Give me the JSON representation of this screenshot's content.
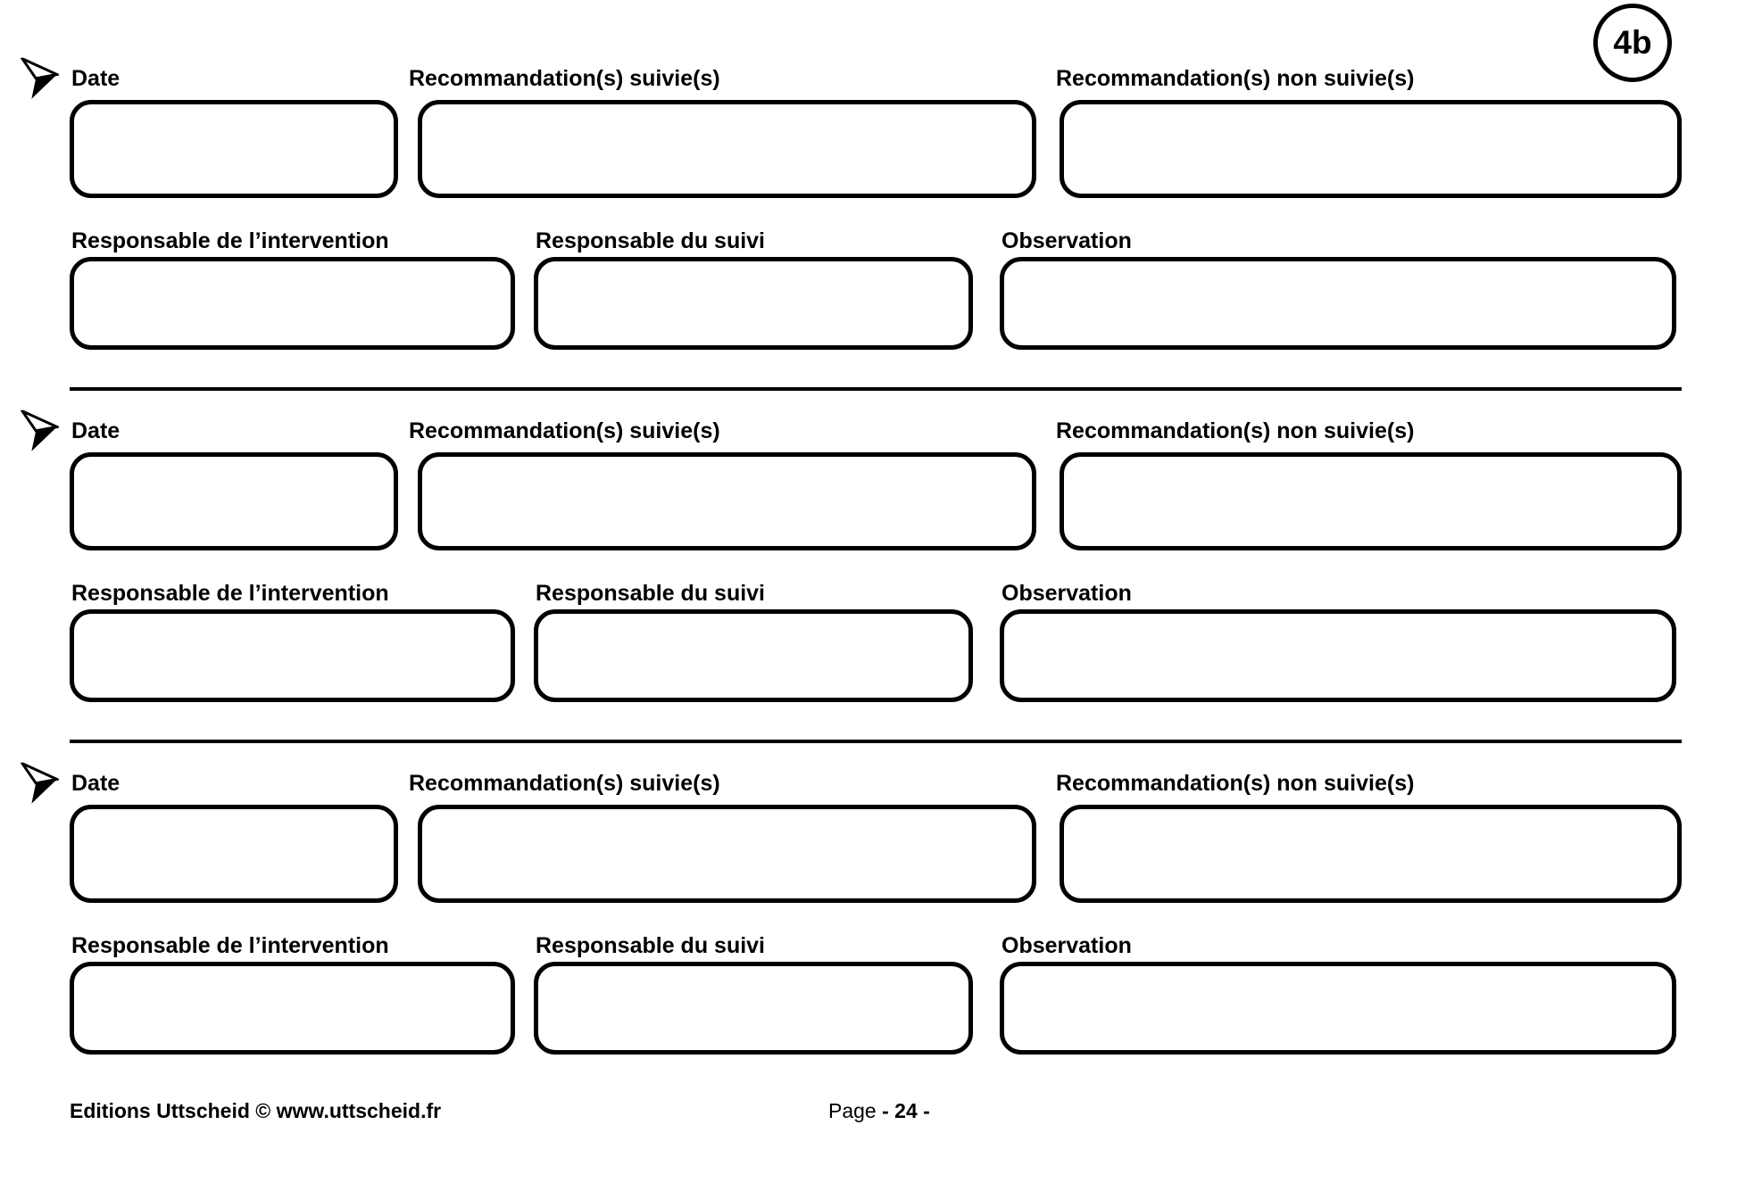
{
  "page": {
    "badge_label": "4b",
    "background": "#ffffff",
    "ink": "#000000"
  },
  "icons": {
    "bullet": "arrowhead-right-icon"
  },
  "sections": [
    {
      "date_label": "Date",
      "reco_followed_label": "Recommandation(s) suivie(s)",
      "reco_not_followed_label": "Recommandation(s) non suivie(s)",
      "resp_intervention_label": "Responsable de l’intervention",
      "resp_suivi_label": "Responsable du suivi",
      "observation_label": "Observation",
      "date_value": "",
      "reco_followed_value": "",
      "reco_not_followed_value": "",
      "resp_intervention_value": "",
      "resp_suivi_value": "",
      "observation_value": ""
    },
    {
      "date_label": "Date",
      "reco_followed_label": "Recommandation(s) suivie(s)",
      "reco_not_followed_label": "Recommandation(s) non suivie(s)",
      "resp_intervention_label": "Responsable de l’intervention",
      "resp_suivi_label": "Responsable du suivi",
      "observation_label": "Observation",
      "date_value": "",
      "reco_followed_value": "",
      "reco_not_followed_value": "",
      "resp_intervention_value": "",
      "resp_suivi_value": "",
      "observation_value": ""
    },
    {
      "date_label": "Date",
      "reco_followed_label": "Recommandation(s) suivie(s)",
      "reco_not_followed_label": "Recommandation(s) non suivie(s)",
      "resp_intervention_label": "Responsable de l’intervention",
      "resp_suivi_label": "Responsable du suivi",
      "observation_label": "Observation",
      "date_value": "",
      "reco_followed_value": "",
      "reco_not_followed_value": "",
      "resp_intervention_value": "",
      "resp_suivi_value": "",
      "observation_value": ""
    }
  ],
  "footer": {
    "copyright": "Editions Uttscheid © www.uttscheid.fr",
    "page_word": "Page",
    "page_number": "- 24 -"
  }
}
